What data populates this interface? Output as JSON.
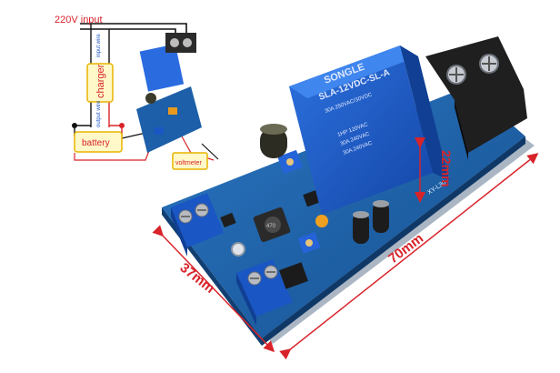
{
  "wiring": {
    "power_input_label": "220V input",
    "input_wire_label": "input wire",
    "output_wire_label": "output wire",
    "charger_label": "charger",
    "battery_label": "battery",
    "voltmeter_label": "voltmeter"
  },
  "relay": {
    "brand": "SONGLE",
    "model": "SLA-12VDC-SL-A",
    "rating_lines": [
      "30A 250VAC/30VDC",
      "1HP 120VAC",
      "30A 240VAC",
      "30A 240VAC"
    ]
  },
  "board": {
    "pcb_code": "XY-L30"
  },
  "dimensions": {
    "length": "70mm",
    "width": "37mm",
    "height": "22mm"
  },
  "colors": {
    "pcb": "#1f5fa6",
    "relay": "#1b5cc7",
    "terminal": "#1a56c4",
    "dimension": "#d8232a",
    "wire_label": "#d8232a"
  }
}
